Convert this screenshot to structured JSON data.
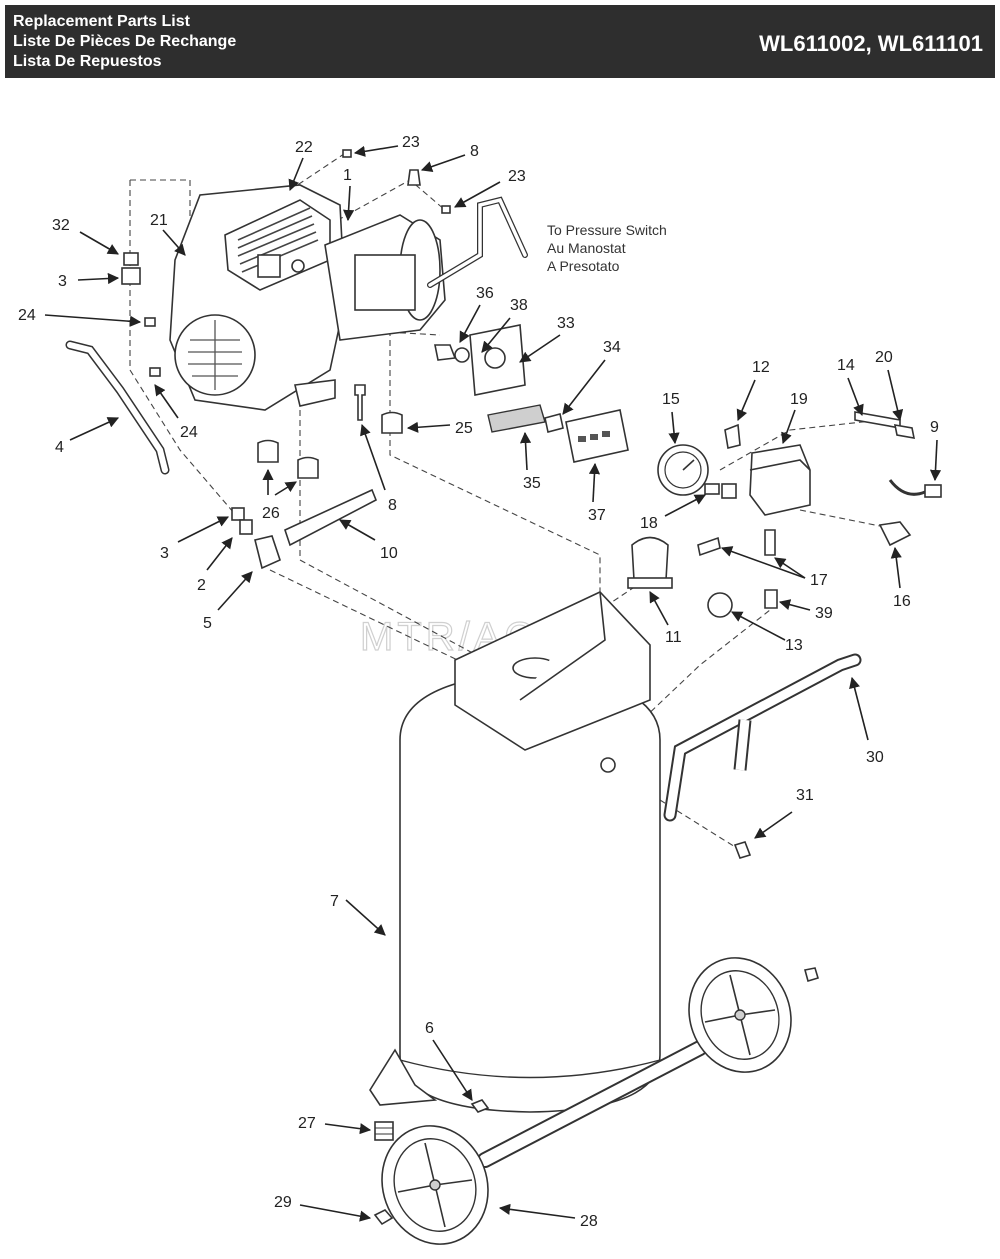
{
  "header": {
    "title_en": "Replacement Parts List",
    "title_fr": "Liste De Pièces De Rechange",
    "title_es": "Lista De Repuestos",
    "models": "WL611002, WL611101"
  },
  "note": {
    "line1": "To Pressure Switch",
    "line2": "Au Manostat",
    "line3": "A Presotato"
  },
  "watermark": "MTR/ACPD",
  "callouts": {
    "c1": "1",
    "c2": "2",
    "c3a": "3",
    "c3b": "3",
    "c4": "4",
    "c5": "5",
    "c6": "6",
    "c7": "7",
    "c8a": "8",
    "c8b": "8",
    "c9": "9",
    "c10": "10",
    "c11": "11",
    "c12": "12",
    "c13": "13",
    "c14": "14",
    "c15": "15",
    "c16": "16",
    "c17": "17",
    "c18": "18",
    "c19": "19",
    "c20": "20",
    "c21": "21",
    "c22": "22",
    "c23a": "23",
    "c23b": "23",
    "c24a": "24",
    "c24b": "24",
    "c25": "25",
    "c26": "26",
    "c27": "27",
    "c28": "28",
    "c29": "29",
    "c30": "30",
    "c31": "31",
    "c32": "32",
    "c33": "33",
    "c34": "34",
    "c35": "35",
    "c36": "36",
    "c37": "37",
    "c38": "38",
    "c39": "39"
  }
}
